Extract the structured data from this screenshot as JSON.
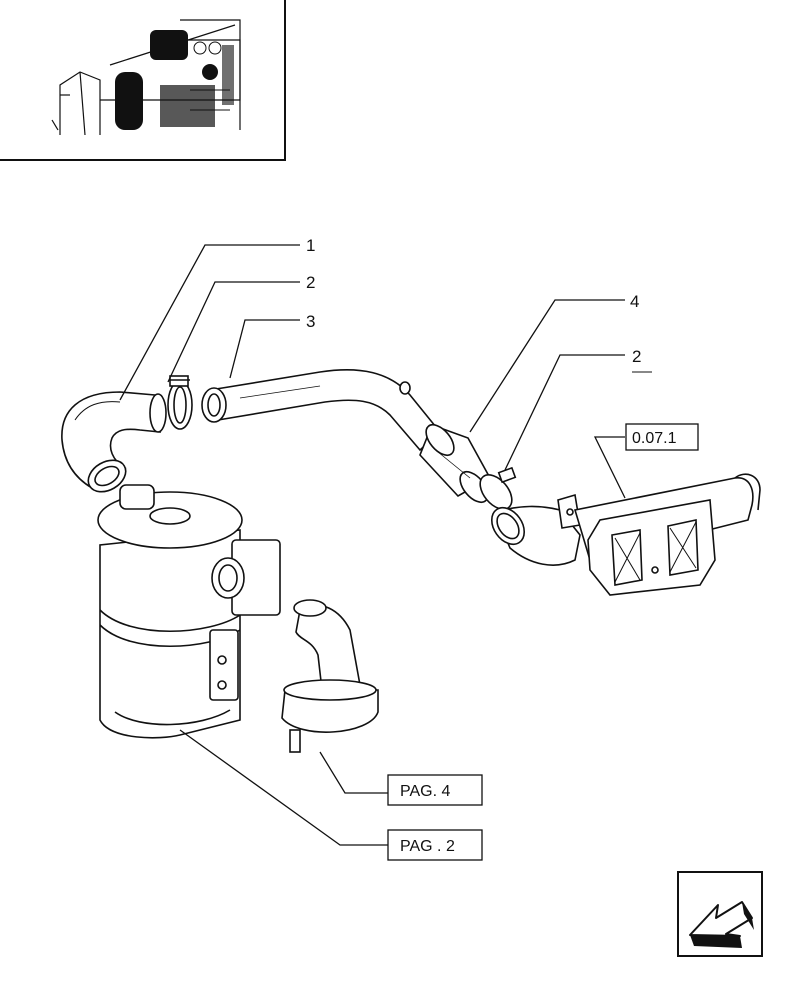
{
  "callouts": {
    "item_1": "1",
    "item_2_left": "2",
    "item_3": "3",
    "item_4": "4",
    "item_2_right": "2"
  },
  "references": {
    "manifold_ref": "0.07.1",
    "page_4_ref": "PAG. 4",
    "page_2_ref": "PAG . 2"
  },
  "nav": {
    "back_icon": "back-arrow-icon"
  }
}
